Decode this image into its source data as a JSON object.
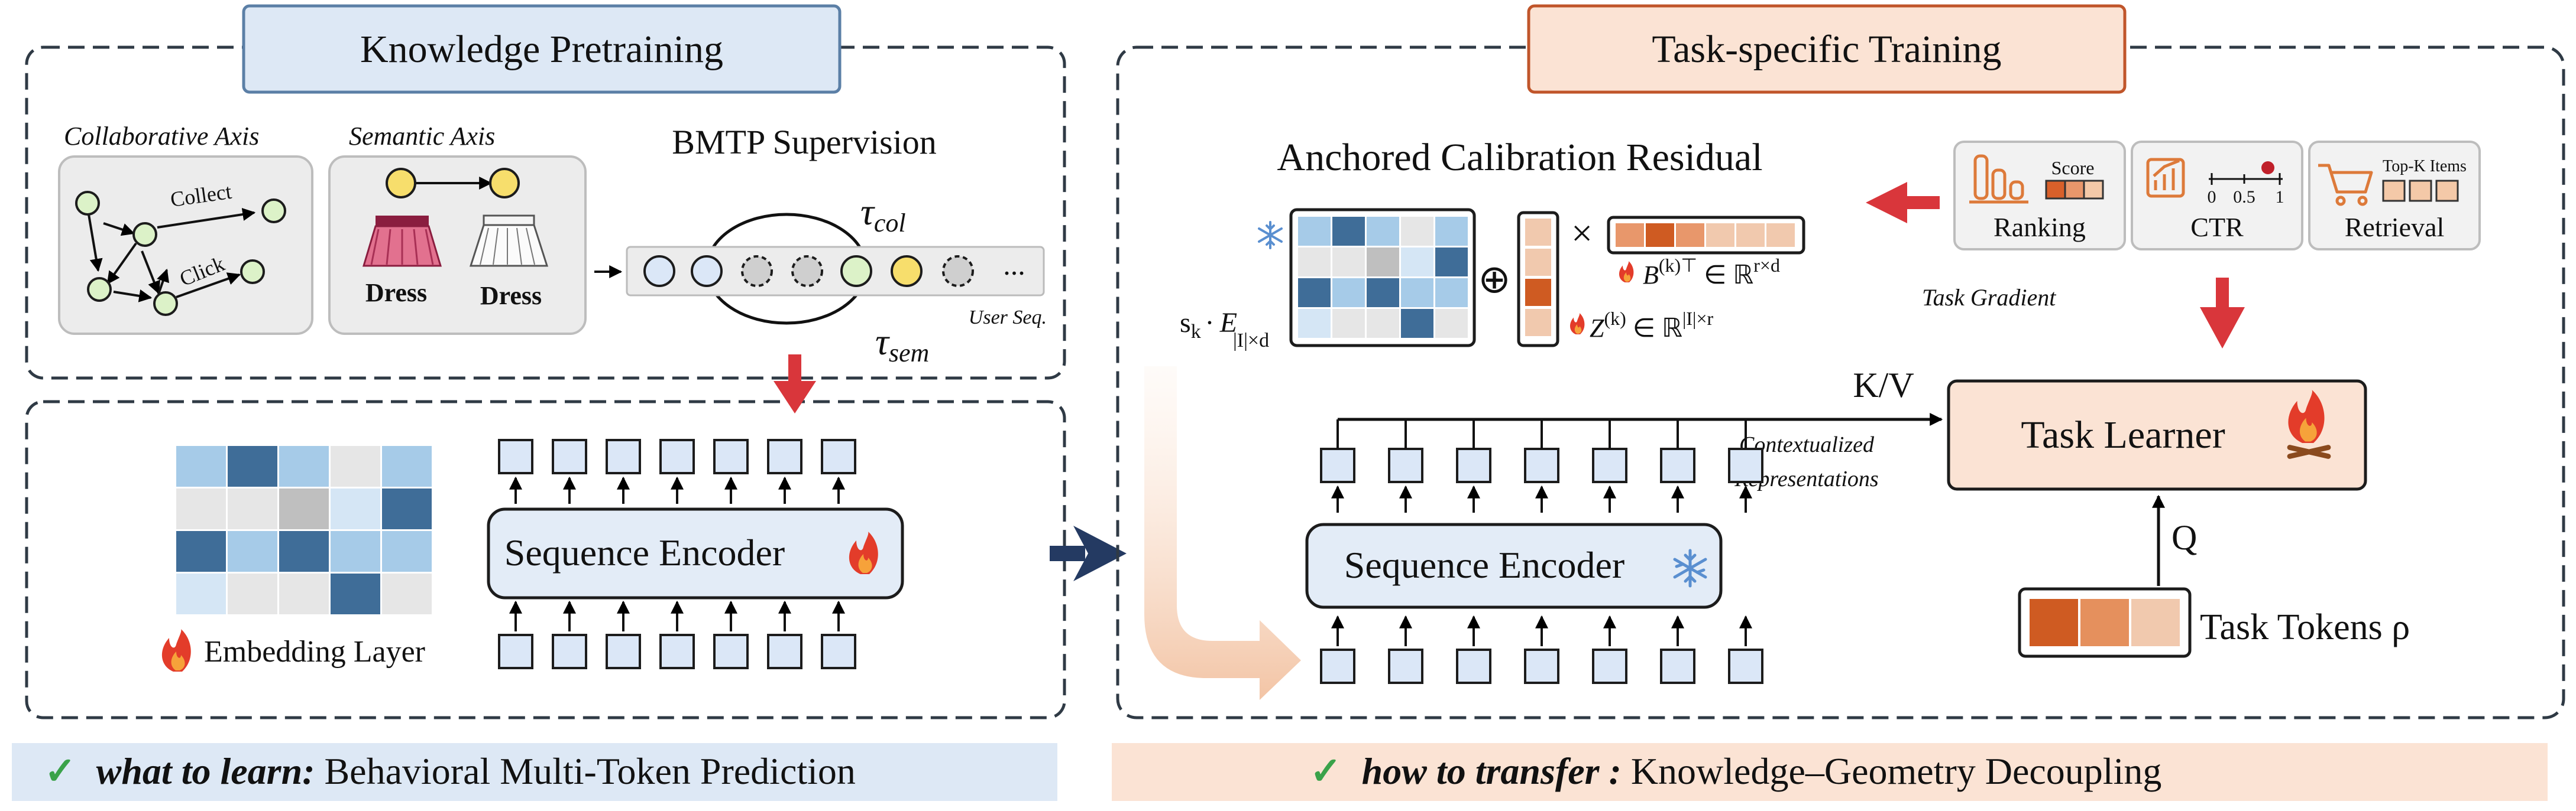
{
  "left_panel": {
    "title": "Knowledge Pretraining",
    "collab_axis": {
      "label": "Collaborative Axis",
      "edge_collect": "Collect",
      "edge_click": "Click"
    },
    "semantic_axis": {
      "label": "Semantic Axis",
      "item_left": "Dress",
      "item_right": "Dress"
    },
    "supervision": {
      "title": "BMTP Supervision",
      "tau_col": "τ",
      "tau_col_sub": "col",
      "tau_sem": "τ",
      "tau_sem_sub": "sem",
      "ellipsis": "...",
      "seq_label": "User Seq."
    },
    "encoder_label": "Sequence Encoder",
    "embedding_label": "Embedding Layer",
    "footer": {
      "check": "✓",
      "bold_text": "what to learn:",
      "rest_text": " Behavioral Multi-Token Prediction"
    }
  },
  "right_panel": {
    "title": "Task-specific Training",
    "acr_title": "Anchored Calibration Residual",
    "sk_label": "s",
    "sk_sub": "k",
    "e_label": "· E",
    "e_sub": "|I|×d",
    "oplus": "⊕",
    "times": "×",
    "b_formula": "B",
    "b_sup": "(k)⊤",
    "b_rest": " ∈ ℝ",
    "b_dims": "r×d",
    "z_formula": "Z",
    "z_sup": "(k)",
    "z_rest": " ∈ ℝ",
    "z_dims": "|I|×r",
    "tasks": [
      {
        "label": "Ranking",
        "mini": "Score"
      },
      {
        "label": "CTR",
        "ticks": [
          "0",
          "0.5",
          "1"
        ]
      },
      {
        "label": "Retrieval",
        "mini": "Top-K Items"
      }
    ],
    "task_gradient": "Task Gradient",
    "kv_label": "K/V",
    "ctx_line1": "Contextualized",
    "ctx_line2": "Representations",
    "learner_label": "Task Learner",
    "q_label": "Q",
    "tokens_label": "Task Tokens ρ",
    "encoder_label": "Sequence Encoder",
    "footer": {
      "check": "✓",
      "bold_text": "how to transfer :",
      "rest_text": " Knowledge–Geometry Decoupling"
    }
  },
  "colors": {
    "left_title_bg": "#dde8f5",
    "left_title_border": "#5b7fa6",
    "right_title_bg": "#fbe3d4",
    "right_title_border": "#c0552a",
    "encoder_bg": "#e3ecf7",
    "node_green": "#dcf2c8",
    "node_yellow": "#f7de6c",
    "node_blue": "#dbe7f7",
    "arrow_red": "#d9363b",
    "arrow_navy": "#243a62",
    "check_green": "#3aa24a",
    "orange_dark": "#cf5b22",
    "orange_mid": "#e5905d",
    "orange_light": "#f1c9ae"
  }
}
